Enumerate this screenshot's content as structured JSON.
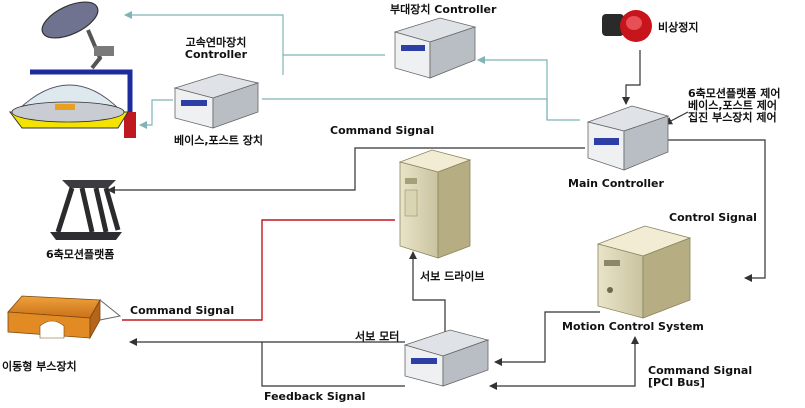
{
  "diagram": {
    "nodes": {
      "high_speed_polisher": {
        "line1": "고속연마장치",
        "line2": "Controller"
      },
      "auxiliary_controller": {
        "label": "부대장치 Controller"
      },
      "emergency_stop": {
        "label": "비상정지"
      },
      "base_post_device": {
        "label": "베이스,포스트 장치"
      },
      "main_controller": {
        "label": "Main Controller"
      },
      "main_controller_notes": {
        "line1": "6축모션플랫폼 제어",
        "line2": "베이스,포스트 제어",
        "line3": "집진 부스장치 제어"
      },
      "motion_platform": {
        "label": "6축모션플랫폼"
      },
      "servo_drive": {
        "label": "서보 드라이브"
      },
      "motion_control_system": {
        "label": "Motion Control System"
      },
      "mobile_booth": {
        "label": "이동형 부스장치"
      },
      "servo_motor": {
        "label": "서보 모터"
      }
    },
    "signals": {
      "command_top": "Command Signal",
      "control": "Control Signal",
      "command_left": "Command Signal",
      "feedback": "Feedback Signal",
      "command_pci_line1": "Command Signal",
      "command_pci_line2": "[PCI Bus]"
    },
    "colors": {
      "link_teal": "#7fb3b8",
      "link_dark": "#333333",
      "link_red": "#c0181f",
      "box_face": "#eef0f2",
      "box_side": "#b9bec4",
      "lcd_blue": "#2d3fa6"
    }
  }
}
